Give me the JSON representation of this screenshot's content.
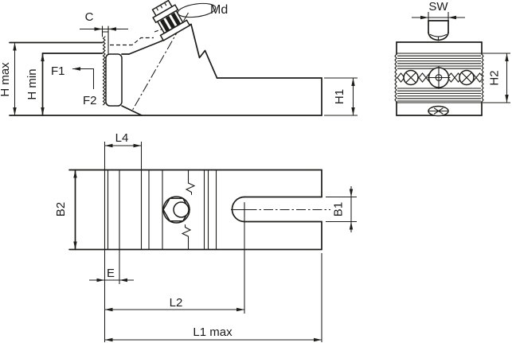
{
  "drawing": {
    "background": "#ffffff",
    "line_color": "#1d1d1b",
    "labels": {
      "md": "Md",
      "c": "C",
      "sw": "SW",
      "h_max": "H max",
      "h_min": "H min",
      "f1": "F1",
      "f2": "F2",
      "h1": "H1",
      "h2": "H2",
      "l4": "L4",
      "b2": "B2",
      "b1": "B1",
      "e": "E",
      "l2": "L2",
      "l1_max": "L1 max"
    }
  }
}
